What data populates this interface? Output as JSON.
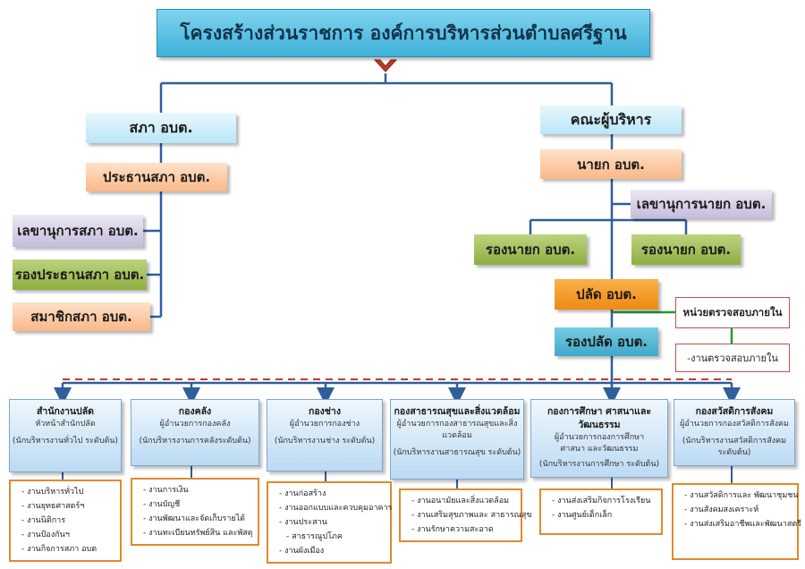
{
  "title": "โครงสร้างส่วนราชการ องค์การบริหารส่วนตำบลศรีฐาน",
  "left_branch": {
    "council": "สภา อบต.",
    "council_chair": "ประธานสภา อบต.",
    "council_secretary": "เลขานุการสภา อบต.",
    "council_vice_chair": "รองประธานสภา อบต.",
    "council_member": "สมาชิกสภา อบต."
  },
  "right_branch": {
    "executive": "คณะผู้บริหาร",
    "mayor": "นายก อบต.",
    "mayor_secretary": "เลขานุการนายก อบต.",
    "deputy_mayor_1": "รองนายก อบต.",
    "deputy_mayor_2": "รองนายก อบต.",
    "chief_admin": "ปลัด อบต.",
    "deputy_chief_admin": "รองปลัด อบต.",
    "audit_unit": "หน่วยตรวจสอบภายใน",
    "audit_task": "-งานตรวจสอบภายใน"
  },
  "departments": [
    {
      "name": "สำนักงานปลัด",
      "head": "หัวหน้าสำนักปลัด",
      "level": "(นักบริหารงานทั่วไป ระดับต้น)",
      "tasks": [
        "งานบริหารทั่วไป",
        "งานยุทธศาสตร์ฯ",
        "งานนิติการ",
        "งานป้องกันฯ",
        "งานกิจการสภา อบต"
      ]
    },
    {
      "name": "กองคลัง",
      "head": "ผู้อำนวยการกองคลัง",
      "level": "(นักบริหารงานการคลังระดับต้น)",
      "tasks": [
        "งานการเงิน",
        "งานบัญชี",
        "งานพัฒนาและจัดเก็บรายได้",
        "งานทะเบียนทรัพย์สิน และพัสดุ"
      ]
    },
    {
      "name": "กองช่าง",
      "head": "ผู้อำนวยการกองช่าง",
      "level": "(นักบริหารงานช่าง ระดับต้น)",
      "tasks": [
        "งานก่อสร้าง",
        "งานออกแบบและควบคุมอาคาร",
        "งานประสาน",
        "สาธารณูปโภค",
        "งานผังเมือง"
      ]
    },
    {
      "name": "กองสาธารณสุขและสิ่งแวดล้อม",
      "head": "ผู้อำนวยการกองสาธารณสุขและสิ่งแวดล้อม",
      "level": "(นักบริหารงานสาธารณสุข ระดับต้น)",
      "tasks": [
        "งานอนามัยและสิ่งแวดล้อม",
        "งานเสริมสุขภาพและ สาธารณสุข",
        "งานรักษาความสะอาด"
      ]
    },
    {
      "name": "กองการศึกษา ศาสนาและวัฒนธรรม",
      "head": "ผู้อำนวยการกองการศึกษา",
      "head2": "ศาสนา และวัฒนธรรม",
      "level": "(นักบริหารงานการศึกษา ระดับต้น)",
      "tasks": [
        "งานส่งเสริมกิจการโรงเรียน",
        "งานศูนย์เด็กเล็ก"
      ]
    },
    {
      "name": "กองสวัสดิการสังคม",
      "head": "ผู้อำนวยการกองสวัสดิการสังคม",
      "level": "(นักบริหารงานสวัสดิการสังคมระดับต้น)",
      "tasks": [
        "งานสวัสดิการและ พัฒนาชุมชน",
        "งานสังคมสงเคราะห์",
        "งานส่งเสริมอาชีพและพัฒนาสตรี"
      ]
    }
  ],
  "colors": {
    "connector": "#2e5f9a",
    "arrow": "#c0392b",
    "dashed": "#c0392b",
    "audit_line": "#1f9a3a",
    "task_border": "#e08a2c"
  }
}
